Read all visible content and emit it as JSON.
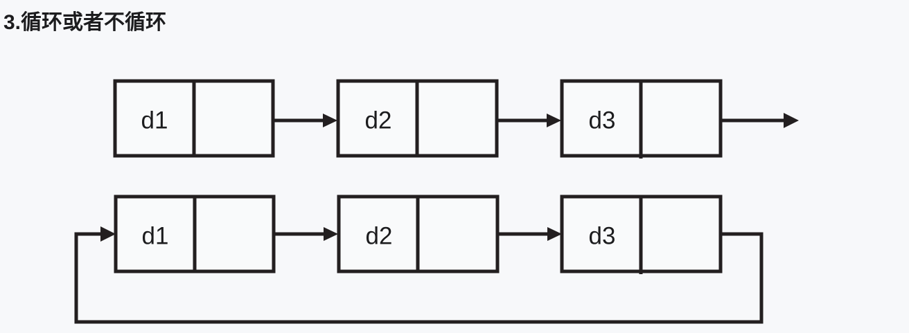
{
  "page": {
    "background_color": "#f7f8fa",
    "stroke_color": "#231f20",
    "text_color": "#1c1c1e",
    "node_fill": "#f9fafb"
  },
  "title": {
    "text": "3.循环或者不循环"
  },
  "diagram": {
    "description": "two linked list illustrations: non-circular and circular",
    "rows": [
      {
        "name": "non-circular-list",
        "nodes": [
          {
            "label": "d1"
          },
          {
            "label": "d2"
          },
          {
            "label": "d3"
          }
        ],
        "terminator": "open-arrow"
      },
      {
        "name": "circular-list",
        "nodes": [
          {
            "label": "d1"
          },
          {
            "label": "d2"
          },
          {
            "label": "d3"
          }
        ],
        "terminator": "loop-back-arrow"
      }
    ]
  }
}
